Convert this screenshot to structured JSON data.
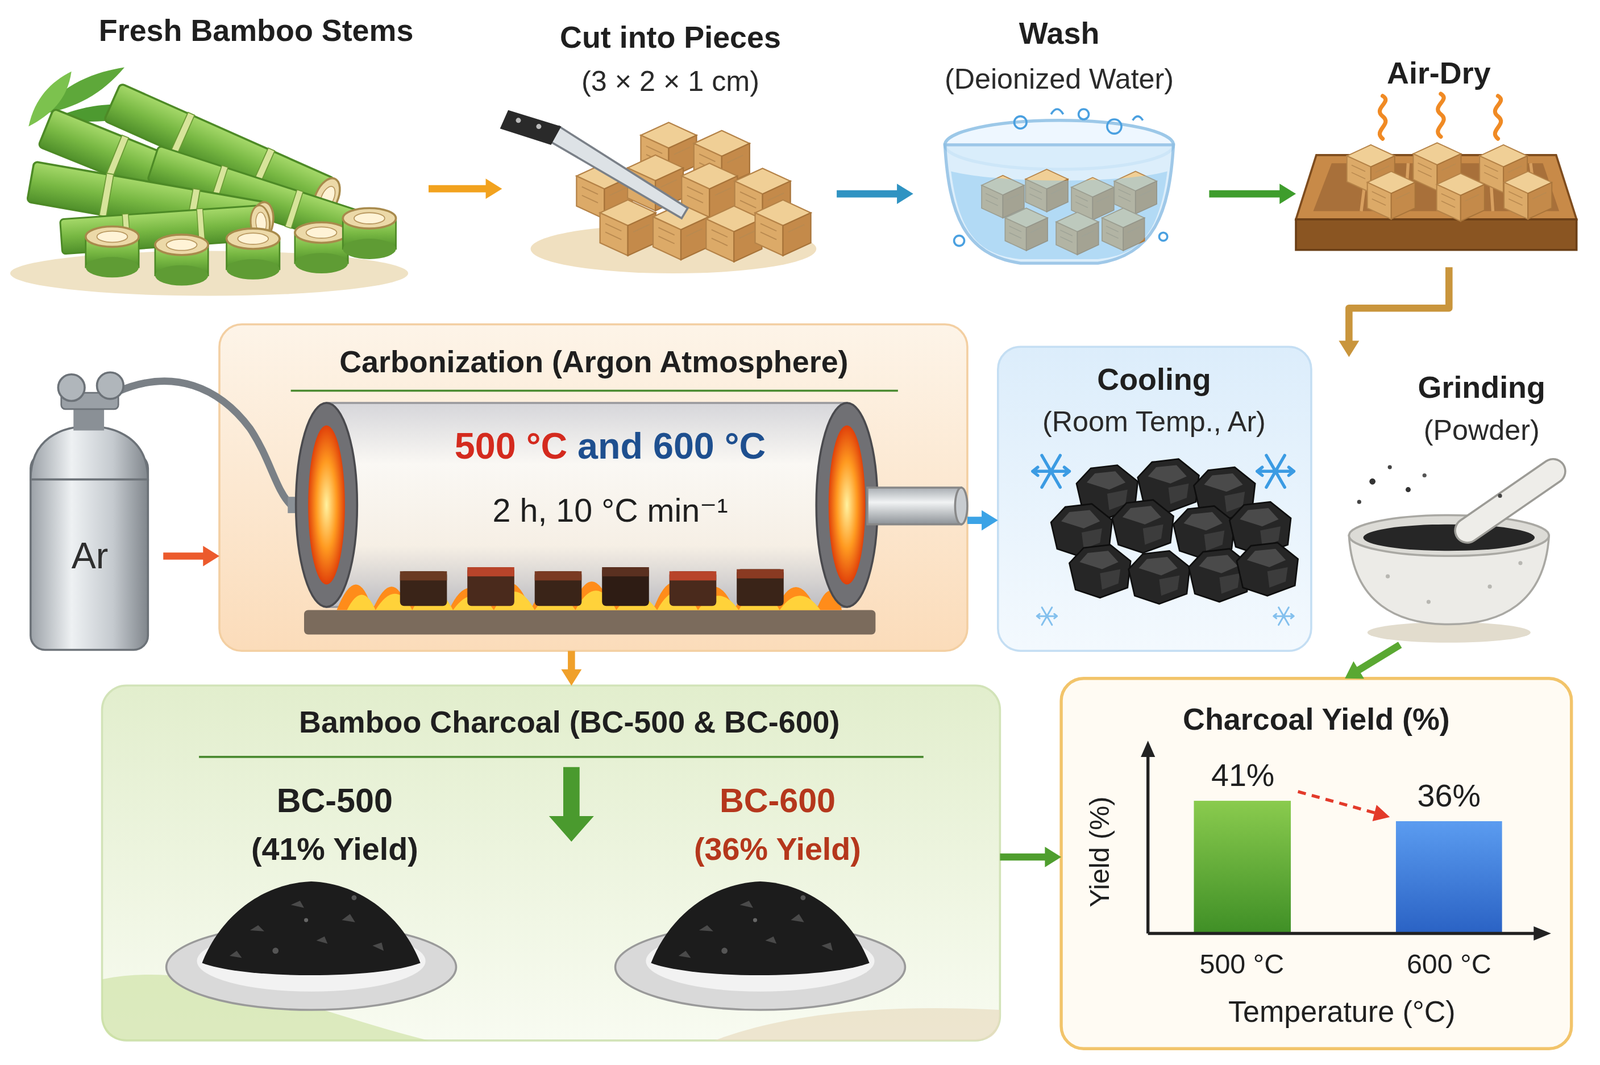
{
  "diagram": {
    "nodes": [
      {
        "text": [
          "Fresh Bamboo Stems"
        ]
      },
      {
        "text": [
          "Cut into Pieces",
          "(3 × 2 × 1 cm)"
        ]
      },
      {
        "text": [
          "Wash",
          "(Deionized Water)"
        ]
      },
      {
        "text": [
          "Air-Dry"
        ]
      },
      {
        "text": [
          "Ar"
        ]
      },
      {
        "text": [
          "Carbonization (Argon Atmosphere)",
          "500 °C and 600 °C",
          "2 h, 10 °C min⁻¹"
        ]
      },
      {
        "text": [
          "Cooling",
          "(Room Temp., Ar)"
        ]
      },
      {
        "text": [
          "Grinding",
          "(Powder)"
        ]
      },
      {
        "text": [
          "Bamboo Charcoal (BC-500 & BC-600)"
        ]
      },
      {
        "text": [
          "BC-500",
          "(41% Yield)"
        ],
        "in": 8
      },
      {
        "text": [
          "BC-600",
          "(36% Yield)"
        ],
        "in": 8
      },
      {
        "text": [
          "Charcoal Yield (%)",
          "41%",
          "36%",
          "Yield (%)",
          "500 °C",
          "600 °C",
          "Temperature (°C)"
        ]
      }
    ],
    "edges": [
      {
        "from": 0,
        "to": 1,
        "arrow": "to"
      },
      {
        "from": 1,
        "to": 2,
        "arrow": "to"
      },
      {
        "from": 2,
        "to": 3,
        "arrow": "to"
      },
      {
        "from": 3,
        "to": 7,
        "arrow": "to"
      },
      {
        "from": 4,
        "to": 5,
        "arrow": "to"
      },
      {
        "from": 5,
        "to": 6,
        "arrow": "to"
      },
      {
        "from": 5,
        "to": 8,
        "arrow": "to"
      },
      {
        "from": 7,
        "to": 11,
        "arrow": "to"
      },
      {
        "from": 8,
        "to": 11,
        "arrow": "to"
      }
    ]
  }
}
